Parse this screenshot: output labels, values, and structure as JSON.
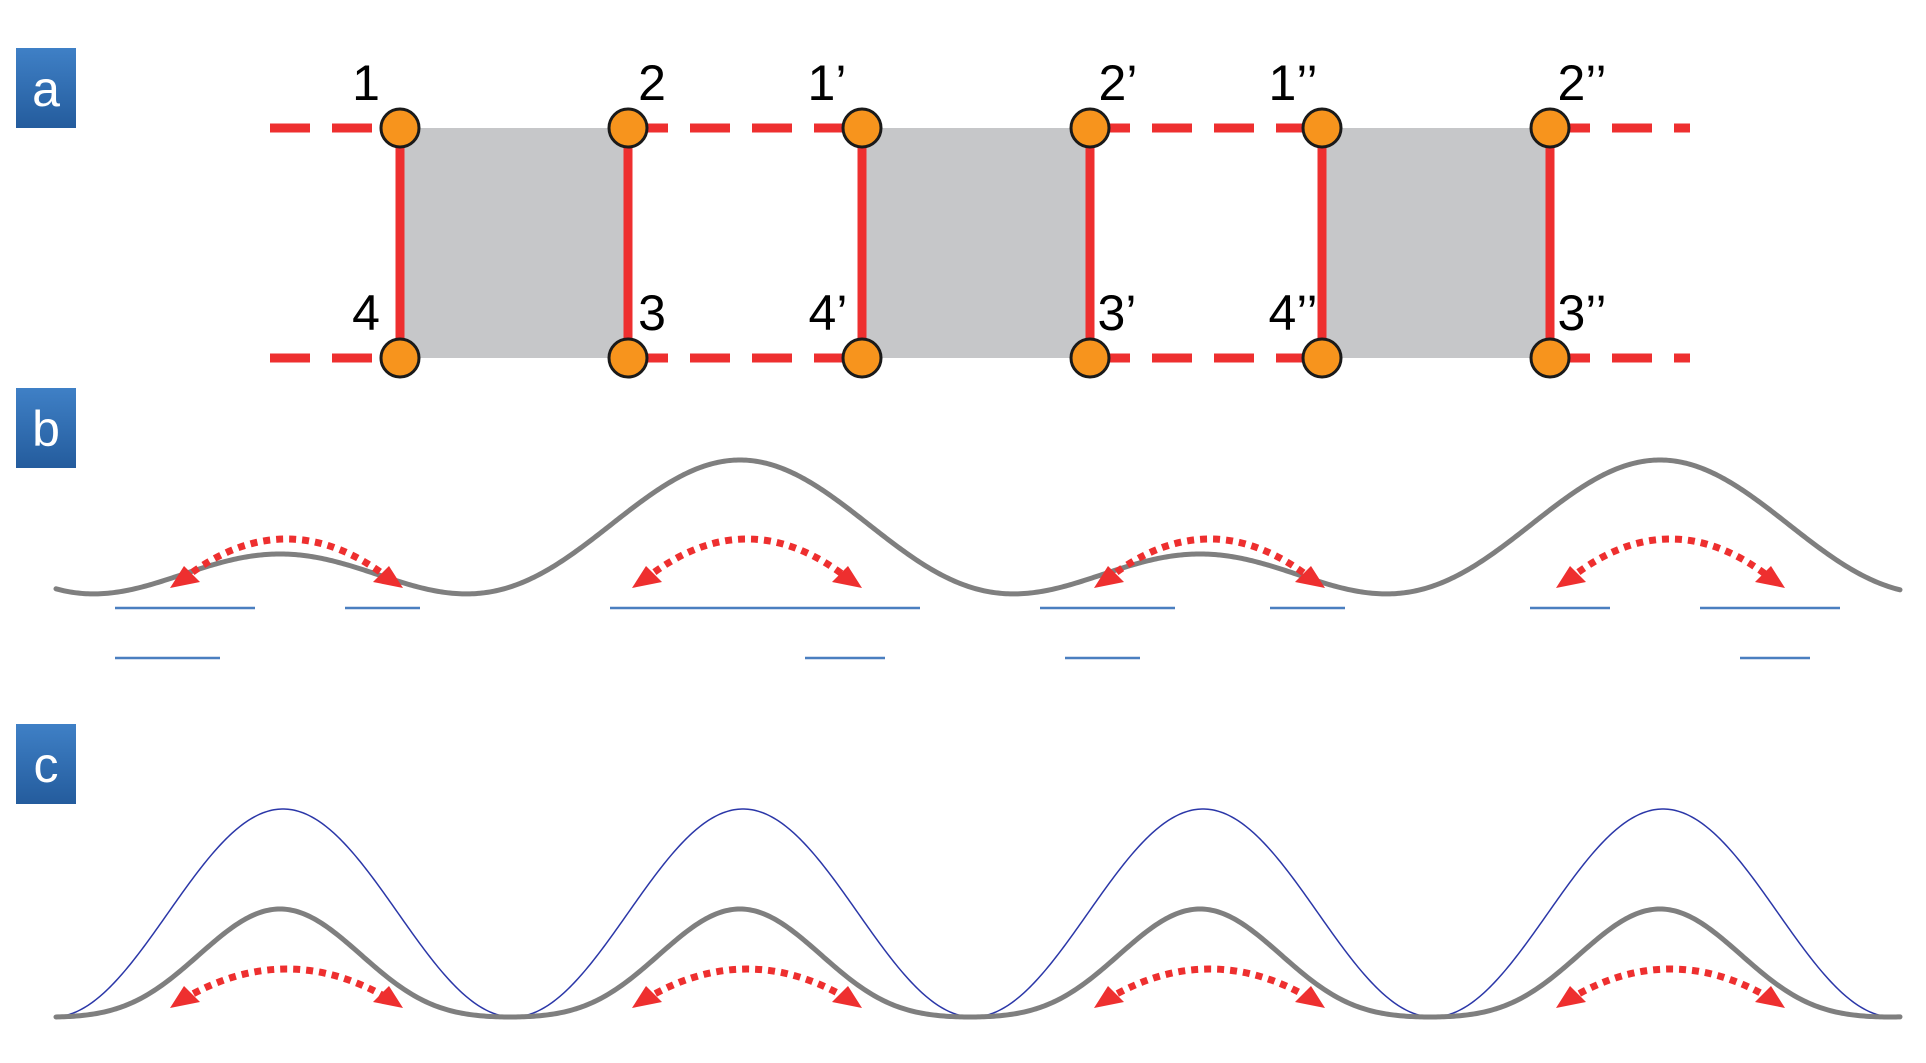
{
  "panels": [
    {
      "id": "a",
      "label": "a"
    },
    {
      "id": "b",
      "label": "b"
    },
    {
      "id": "c",
      "label": "c"
    }
  ],
  "lattice": {
    "cells": [
      {
        "top_left": "1",
        "top_right": "2",
        "bottom_left": "4",
        "bottom_right": "3"
      },
      {
        "top_left": "1’",
        "top_right": "2’",
        "bottom_left": "4’",
        "bottom_right": "3’"
      },
      {
        "top_left": "1’’",
        "top_right": "2’’",
        "bottom_left": "4’’",
        "bottom_right": "3’’"
      }
    ]
  },
  "colors": {
    "badge": "#2f6fb3",
    "plaquette": "#c6c7c9",
    "bond": "#ee2f2f",
    "site_fill": "#f7941d",
    "site_stroke": "#1a1a1a",
    "potential": "#7f7f7f",
    "energy_level": "#4a7fc0",
    "deep_lattice": "#2b37a8",
    "tunneling_arrow": "#ee2f2f"
  }
}
